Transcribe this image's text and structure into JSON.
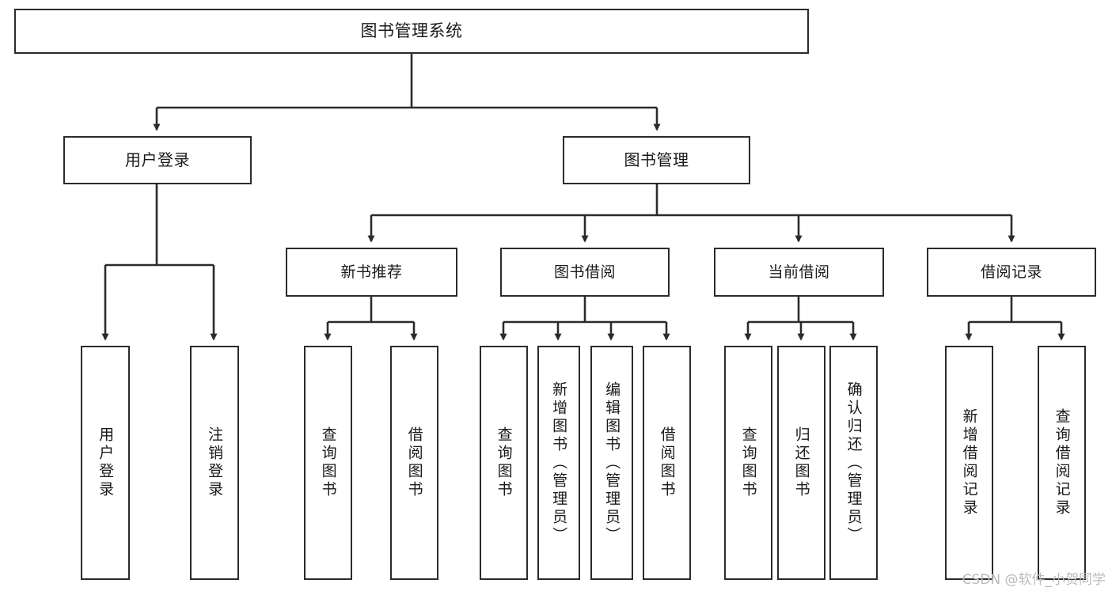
{
  "diagram": {
    "title": "图书管理系统",
    "type": "tree",
    "watermark": "CSDN @软件_小贺同学",
    "stroke_color": "#2b2b2b",
    "fill_color": "#ffffff",
    "text_color": "#1a1a1a",
    "watermark_color": "#b9b9b9"
  },
  "nodes": {
    "root": {
      "label": "图书管理系统",
      "level": 0
    },
    "user_login": {
      "label": "用户登录",
      "level": 1
    },
    "book_manage": {
      "label": "图书管理",
      "level": 1
    },
    "new_book_rec": {
      "label": "新书推荐",
      "level": 2
    },
    "book_borrow": {
      "label": "图书借阅",
      "level": 2
    },
    "current_borrow": {
      "label": "当前借阅",
      "level": 2
    },
    "borrow_record": {
      "label": "借阅记录",
      "level": 2
    },
    "leaf_user_login": {
      "label": "用户登录",
      "level": 3
    },
    "leaf_logout": {
      "label": "注销登录",
      "level": 3
    },
    "leaf_query_book_1": {
      "label": "查询图书",
      "level": 3
    },
    "leaf_borrow_book_1": {
      "label": "借阅图书",
      "level": 3
    },
    "leaf_query_book_2": {
      "label": "查询图书",
      "level": 3
    },
    "leaf_add_book": {
      "label": "新增图书（管理员）",
      "level": 3
    },
    "leaf_edit_book": {
      "label": "编辑图书（管理员）",
      "level": 3
    },
    "leaf_borrow_book_2": {
      "label": "借阅图书",
      "level": 3
    },
    "leaf_query_book_3": {
      "label": "查询图书",
      "level": 3
    },
    "leaf_return_book": {
      "label": "归还图书",
      "level": 3
    },
    "leaf_confirm_return": {
      "label": "确认归还（管理员）",
      "level": 3
    },
    "leaf_add_record": {
      "label": "新增借阅记录",
      "level": 3
    },
    "leaf_query_record": {
      "label": "查询借阅记录",
      "level": 3
    }
  },
  "tree": {
    "label": "图书管理系统",
    "children": [
      {
        "label": "用户登录",
        "children": [
          {
            "label": "用户登录",
            "children": []
          },
          {
            "label": "注销登录",
            "children": []
          }
        ]
      },
      {
        "label": "图书管理",
        "children": [
          {
            "label": "新书推荐",
            "children": [
              {
                "label": "查询图书",
                "children": []
              },
              {
                "label": "借阅图书",
                "children": []
              }
            ]
          },
          {
            "label": "图书借阅",
            "children": [
              {
                "label": "查询图书",
                "children": []
              },
              {
                "label": "新增图书（管理员）",
                "children": []
              },
              {
                "label": "编辑图书（管理员）",
                "children": []
              },
              {
                "label": "借阅图书",
                "children": []
              }
            ]
          },
          {
            "label": "当前借阅",
            "children": [
              {
                "label": "查询图书",
                "children": []
              },
              {
                "label": "归还图书",
                "children": []
              },
              {
                "label": "确认归还（管理员）",
                "children": []
              }
            ]
          },
          {
            "label": "借阅记录",
            "children": [
              {
                "label": "新增借阅记录",
                "children": []
              },
              {
                "label": "查询借阅记录",
                "children": []
              }
            ]
          }
        ]
      }
    ]
  }
}
